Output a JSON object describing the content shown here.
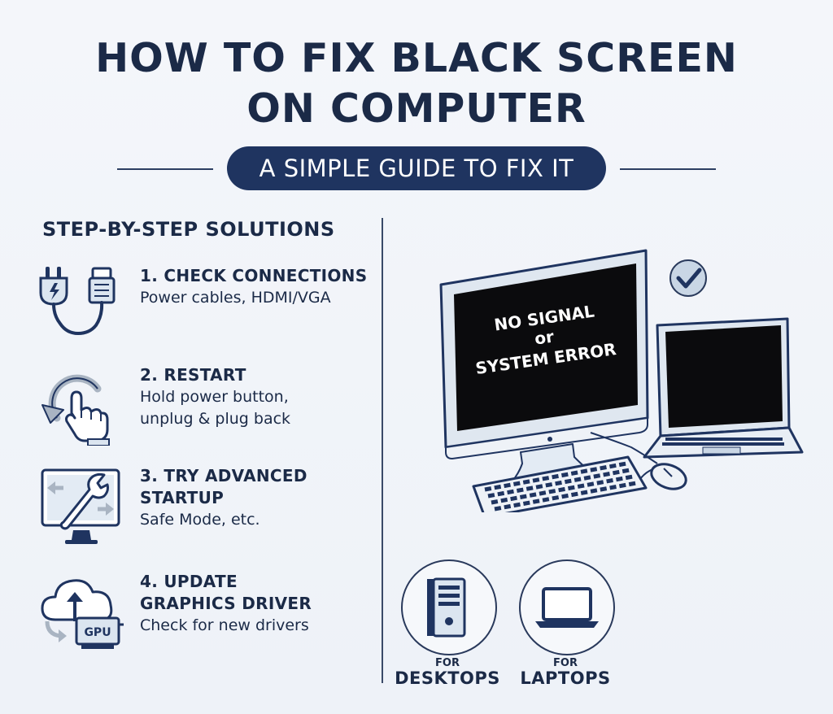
{
  "header": {
    "title_line1": "HOW TO FIX BLACK SCREEN",
    "title_line2": "ON COMPUTER",
    "subtitle": "A SIMPLE GUIDE TO FIX IT"
  },
  "solutions": {
    "heading": "STEP-BY-STEP SOLUTIONS",
    "steps": [
      {
        "title": "1. CHECK CONNECTIONS",
        "desc": [
          "Power cables, HDMI/VGA"
        ],
        "icon": "plug-hdmi-cable-icon"
      },
      {
        "title": "2. RESTART",
        "desc": [
          "Hold power button,",
          "unplug & plug back"
        ],
        "icon": "restart-hand-icon"
      },
      {
        "title_lines": [
          "3. TRY ADVANCED",
          "STARTUP"
        ],
        "desc": [
          "Safe Mode, etc."
        ],
        "icon": "monitor-wrench-icon"
      },
      {
        "title_lines": [
          "4. UPDATE",
          "GRAPHICS DRIVER"
        ],
        "desc": [
          "Check for new drivers"
        ],
        "icon": "cloud-gpu-update-icon",
        "icon_label": "GPU"
      }
    ]
  },
  "illustration": {
    "screen_lines": [
      "NO SIGNAL",
      "or",
      "SYSTEM ERROR"
    ],
    "check_icon": "check-circle-icon"
  },
  "devices": [
    {
      "for": "FOR",
      "label": "DESKTOPS",
      "icon": "desktop-tower-icon"
    },
    {
      "for": "FOR",
      "label": "LAPTOPS",
      "icon": "laptop-icon"
    }
  ],
  "colors": {
    "navy": "#1f3460",
    "text": "#1b2a47",
    "screen": "#0b0b0d",
    "accent_light": "#d6e2ef"
  }
}
